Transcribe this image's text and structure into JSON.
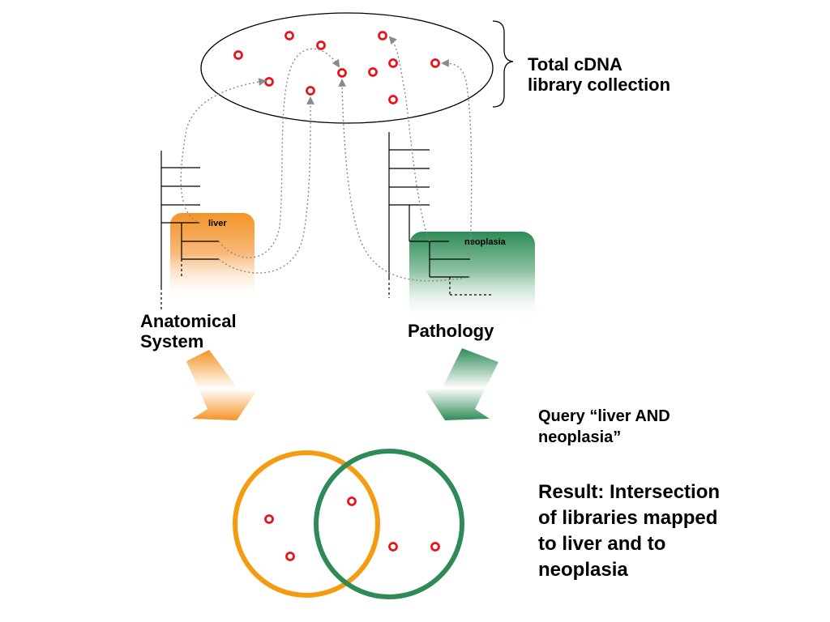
{
  "collection": {
    "label_line1": "Total cDNA",
    "label_line2": "library collection"
  },
  "anatomical": {
    "title_line1": "Anatomical",
    "title_line2": "System",
    "node_label": "liver",
    "color": "#f39426"
  },
  "pathology": {
    "title": "Pathology",
    "node_label": "neoplasia",
    "color": "#2e8b57"
  },
  "query": {
    "line1": "Query “liver AND",
    "line2": "neoplasia”"
  },
  "result": {
    "line1": "Result: Intersection",
    "line2": "of libraries mapped",
    "line3": "to liver and to",
    "line4": "neoplasia"
  },
  "colors": {
    "library_marker": "#e8141c",
    "venn_liver": "#f39c12",
    "venn_neoplasia": "#2e8b57",
    "mapping_line": "#8a8a8a"
  },
  "icons": {
    "library_marker": "red-circle-marker",
    "mapping": "dotted-arrow",
    "flow": "gradient-down-arrow"
  }
}
